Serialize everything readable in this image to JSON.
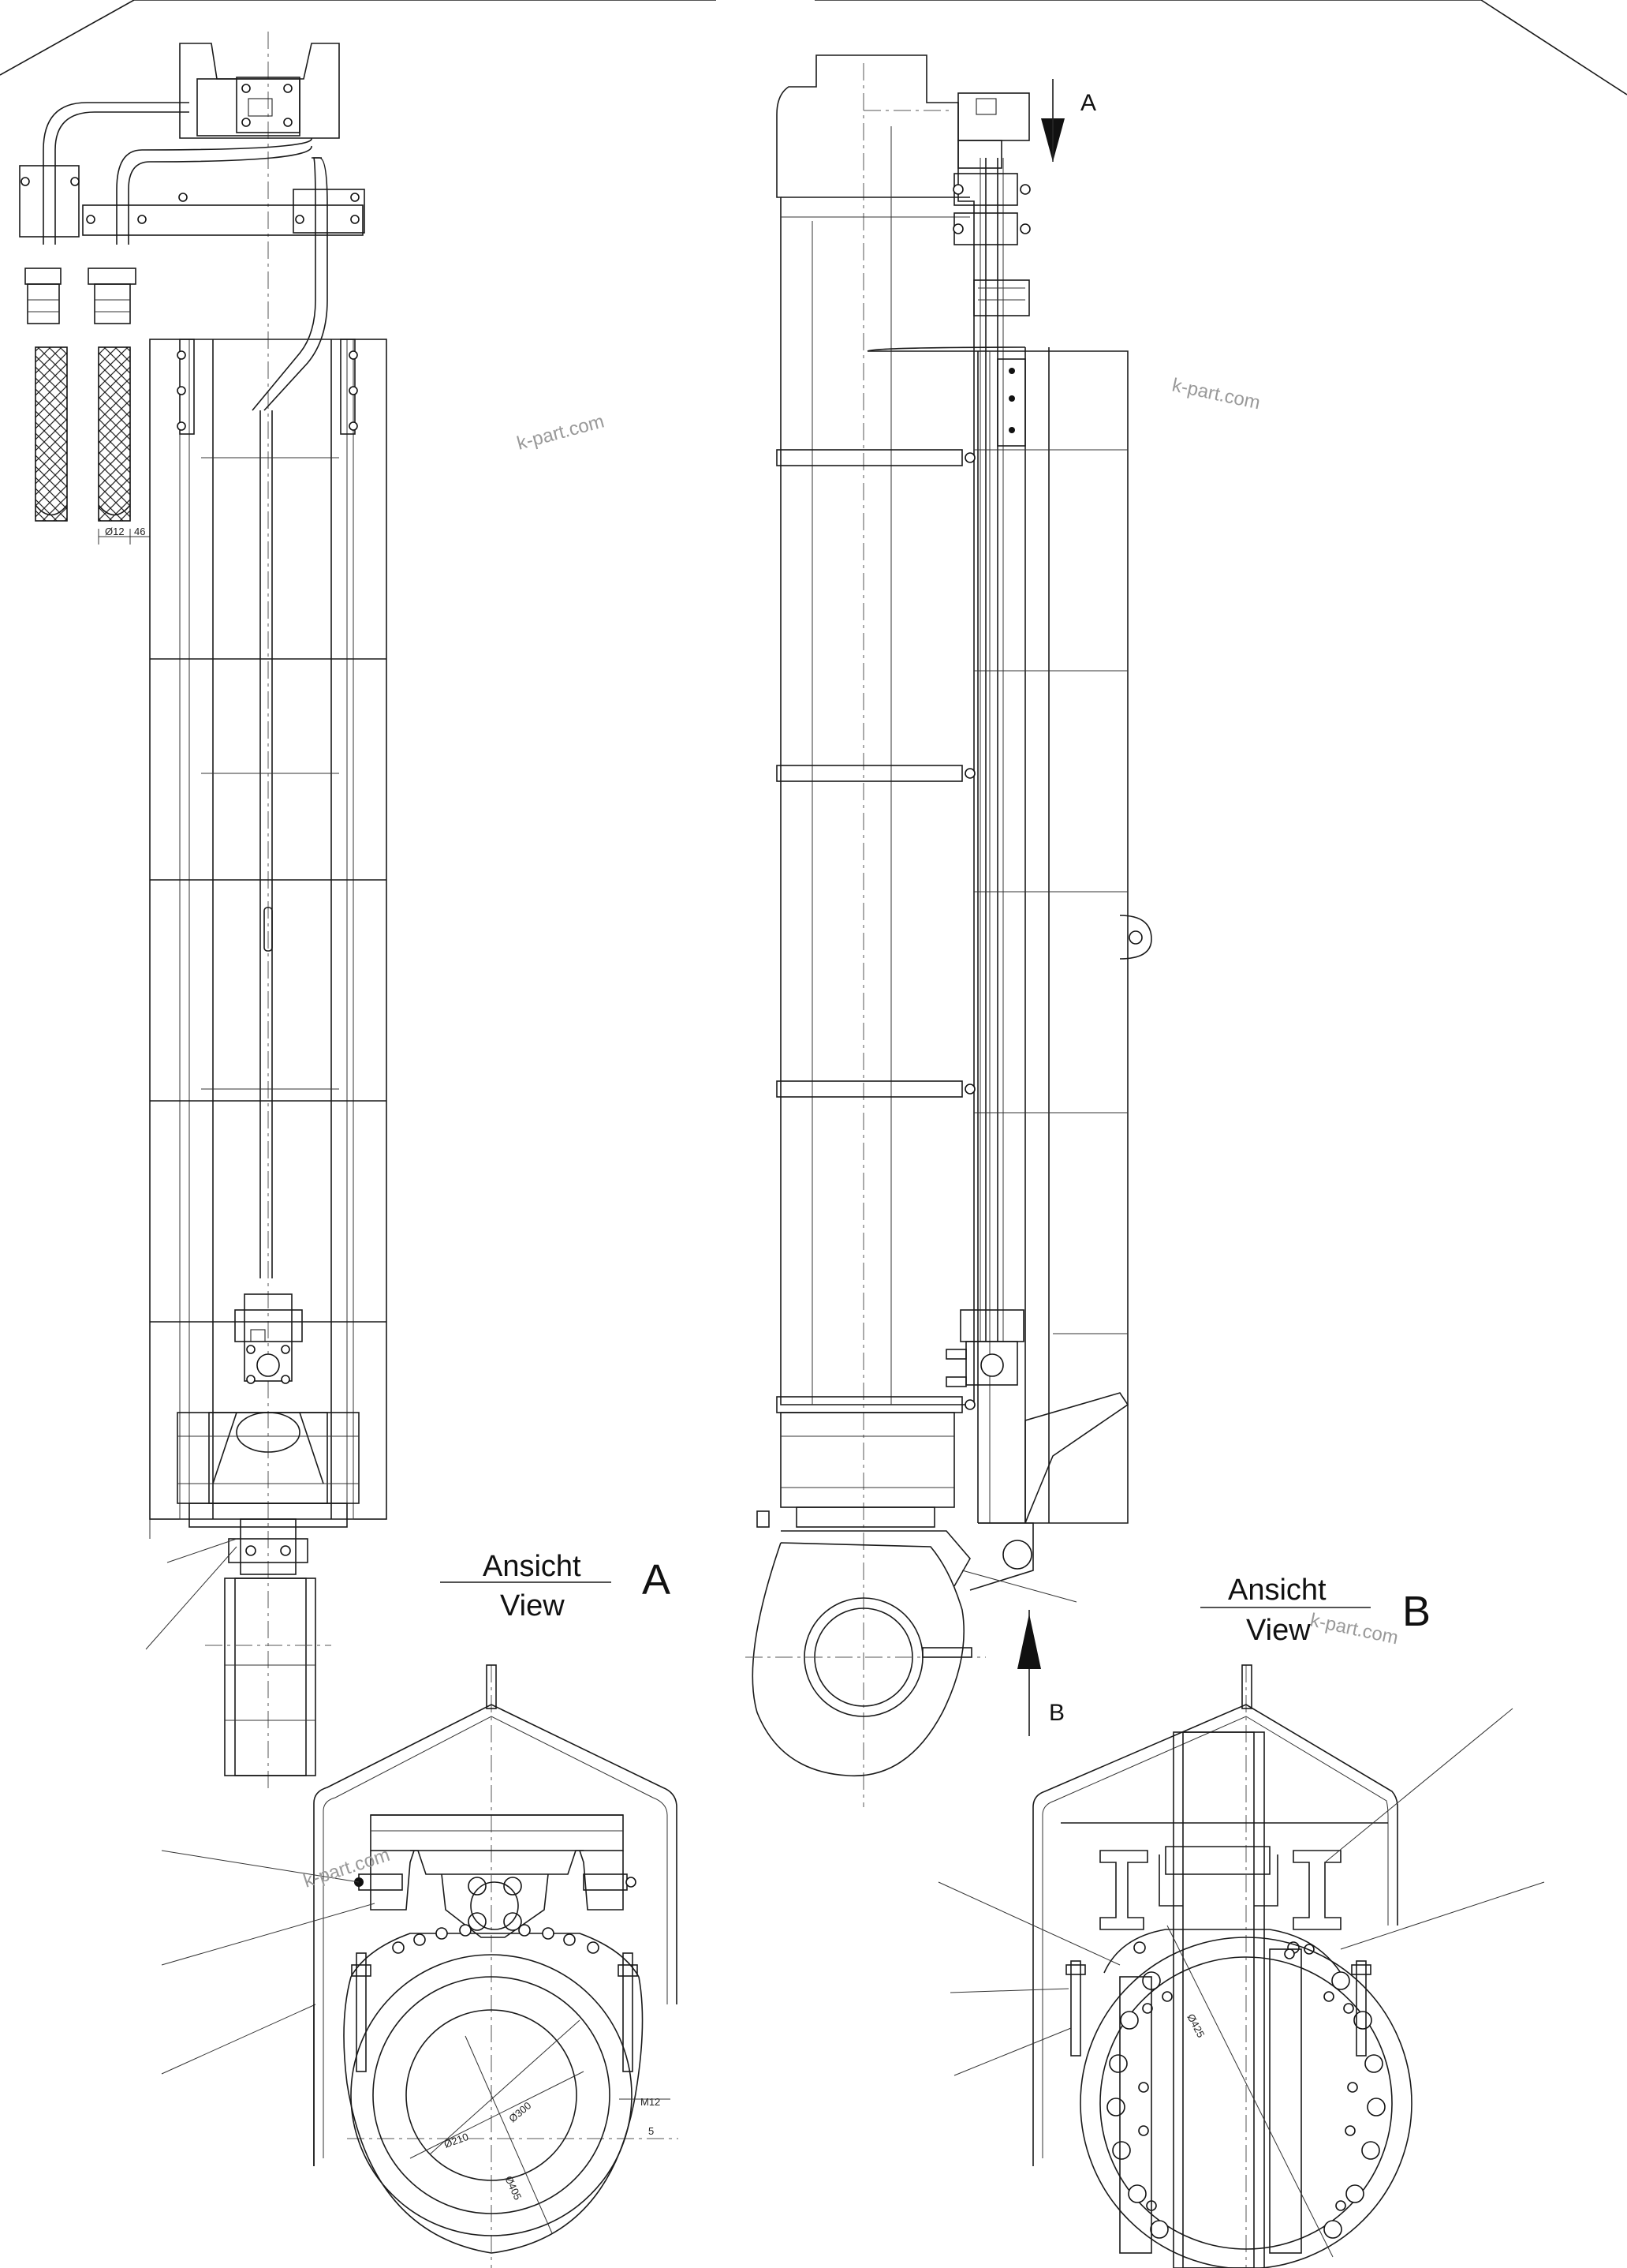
{
  "views": {
    "view_a": {
      "title_de": "Ansicht",
      "title_en": "View",
      "letter": "A"
    },
    "view_b": {
      "title_de": "Ansicht",
      "title_en": "View",
      "letter": "B"
    }
  },
  "section_markers": {
    "a": "A",
    "b": "B"
  },
  "dimensions": {
    "top_pipe_a": "Ø12",
    "top_pipe_b": "46",
    "view_a_d1": "Ø210",
    "view_a_d2": "Ø300",
    "view_a_d3": "Ø405",
    "view_a_thread": "M12",
    "view_a_small": "5",
    "view_b_d1": "Ø425"
  },
  "watermarks": [
    "k-part.com",
    "k-part.com",
    "k-part.com",
    "k-part.com"
  ]
}
